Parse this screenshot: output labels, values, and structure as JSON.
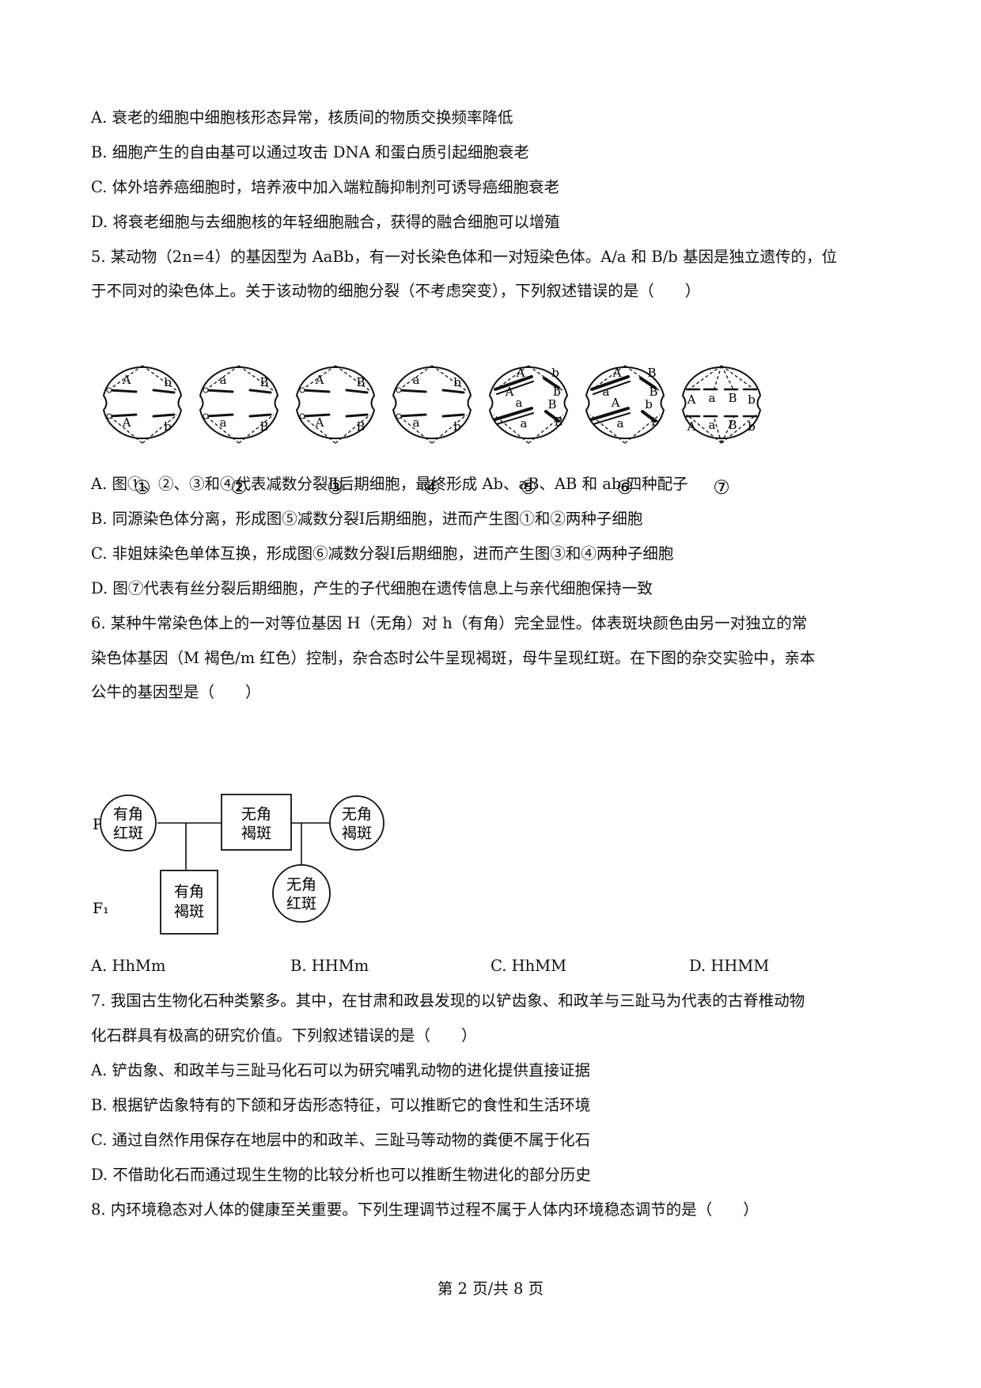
{
  "q4": {
    "options": [
      "A. 衰老的细胞中细胞核形态异常，核质间的物质交换频率降低",
      "B. 细胞产生的自由基可以通过攻击 DNA 和蛋白质引起细胞衰老",
      "C. 体外培养癌细胞时，培养液中加入端粒酶抑制剂可诱导癌细胞衰老",
      "D. 将衰老细胞与去细胞核的年轻细胞融合，获得的融合细胞可以增殖"
    ]
  },
  "q5": {
    "stem_line1": "5. 某动物（2n=4）的基因型为 AaBb，有一对长染色体和一对短染色体。A/a 和 B/b 基因是独立遗传的，位",
    "stem_line2": "于不同对的染色体上。关于该动物的细胞分裂（不考虑突变），下列叙述错误的是（　　）",
    "figure_labels": [
      "①",
      "②",
      "③",
      "④",
      "⑤",
      "⑥",
      "⑦"
    ],
    "cell_genes": [
      [
        "A",
        "b",
        "A",
        "b"
      ],
      [
        "a",
        "B",
        "a",
        "B"
      ],
      [
        "A",
        "B",
        "A",
        "B"
      ],
      [
        "a",
        "b",
        "a",
        "b"
      ],
      [
        "A",
        "A",
        "b",
        "b",
        "a",
        "a",
        "B",
        "B"
      ],
      [
        "A",
        "a",
        "B",
        "B",
        "A",
        "a",
        "b",
        "b"
      ],
      [
        "A",
        "a",
        "B",
        "b",
        "A",
        "a",
        "B",
        "b"
      ]
    ],
    "options": [
      "A. 图①、②、③和④代表减数分裂Ⅱ后期细胞，最终形成 Ab、aB、AB 和 ab 四种配子",
      "B. 同源染色体分离，形成图⑤减数分裂Ⅰ后期细胞，进而产生图①和②两种子细胞",
      "C. 非姐妹染色单体互换，形成图⑥减数分裂Ⅰ后期细胞，进而产生图③和④两种子细胞",
      "D. 图⑦代表有丝分裂后期细胞，产生的子代细胞在遗传信息上与亲代细胞保持一致"
    ]
  },
  "q6": {
    "stem_line1": "6. 某种牛常染色体上的一对等位基因 H（无角）对 h（有角）完全显性。体表斑块颜色由另一对独立的常",
    "stem_line2": "染色体基因（M 褐色/m 红色）控制，杂合态时公牛呈现褐斑，母牛呈现红斑。在下图的杂交实验中，亲本",
    "stem_line3": "公牛的基因型是（　　）",
    "pedigree": {
      "p_label": "P",
      "f1_label": "F₁",
      "p_female_left": [
        "有角",
        "红斑"
      ],
      "p_male": [
        "无角",
        "褐斑"
      ],
      "p_female_right": [
        "无角",
        "褐斑"
      ],
      "f1_male": [
        "有角",
        "褐斑"
      ],
      "f1_female": [
        "无角",
        "红斑"
      ]
    },
    "options": [
      "A. HhMm",
      "B. HHMm",
      "C. HhMM",
      "D. HHMM"
    ]
  },
  "q7": {
    "stem_line1": "7. 我国古生物化石种类繁多。其中，在甘肃和政县发现的以铲齿象、和政羊与三趾马为代表的古脊椎动物",
    "stem_line2": "化石群具有极高的研究价值。下列叙述错误的是（　　）",
    "options": [
      "A. 铲齿象、和政羊与三趾马化石可以为研究哺乳动物的进化提供直接证据",
      "B. 根据铲齿象特有的下颌和牙齿形态特征，可以推断它的食性和生活环境",
      "C. 通过自然作用保存在地层中的和政羊、三趾马等动物的粪便不属于化石",
      "D. 不借助化石而通过现生生物的比较分析也可以推断生物进化的部分历史"
    ]
  },
  "q8": {
    "stem": "8. 内环境稳态对人体的健康至关重要。下列生理调节过程不属于人体内环境稳态调节的是（　　）"
  },
  "footer": "第 2 页/共 8 页"
}
